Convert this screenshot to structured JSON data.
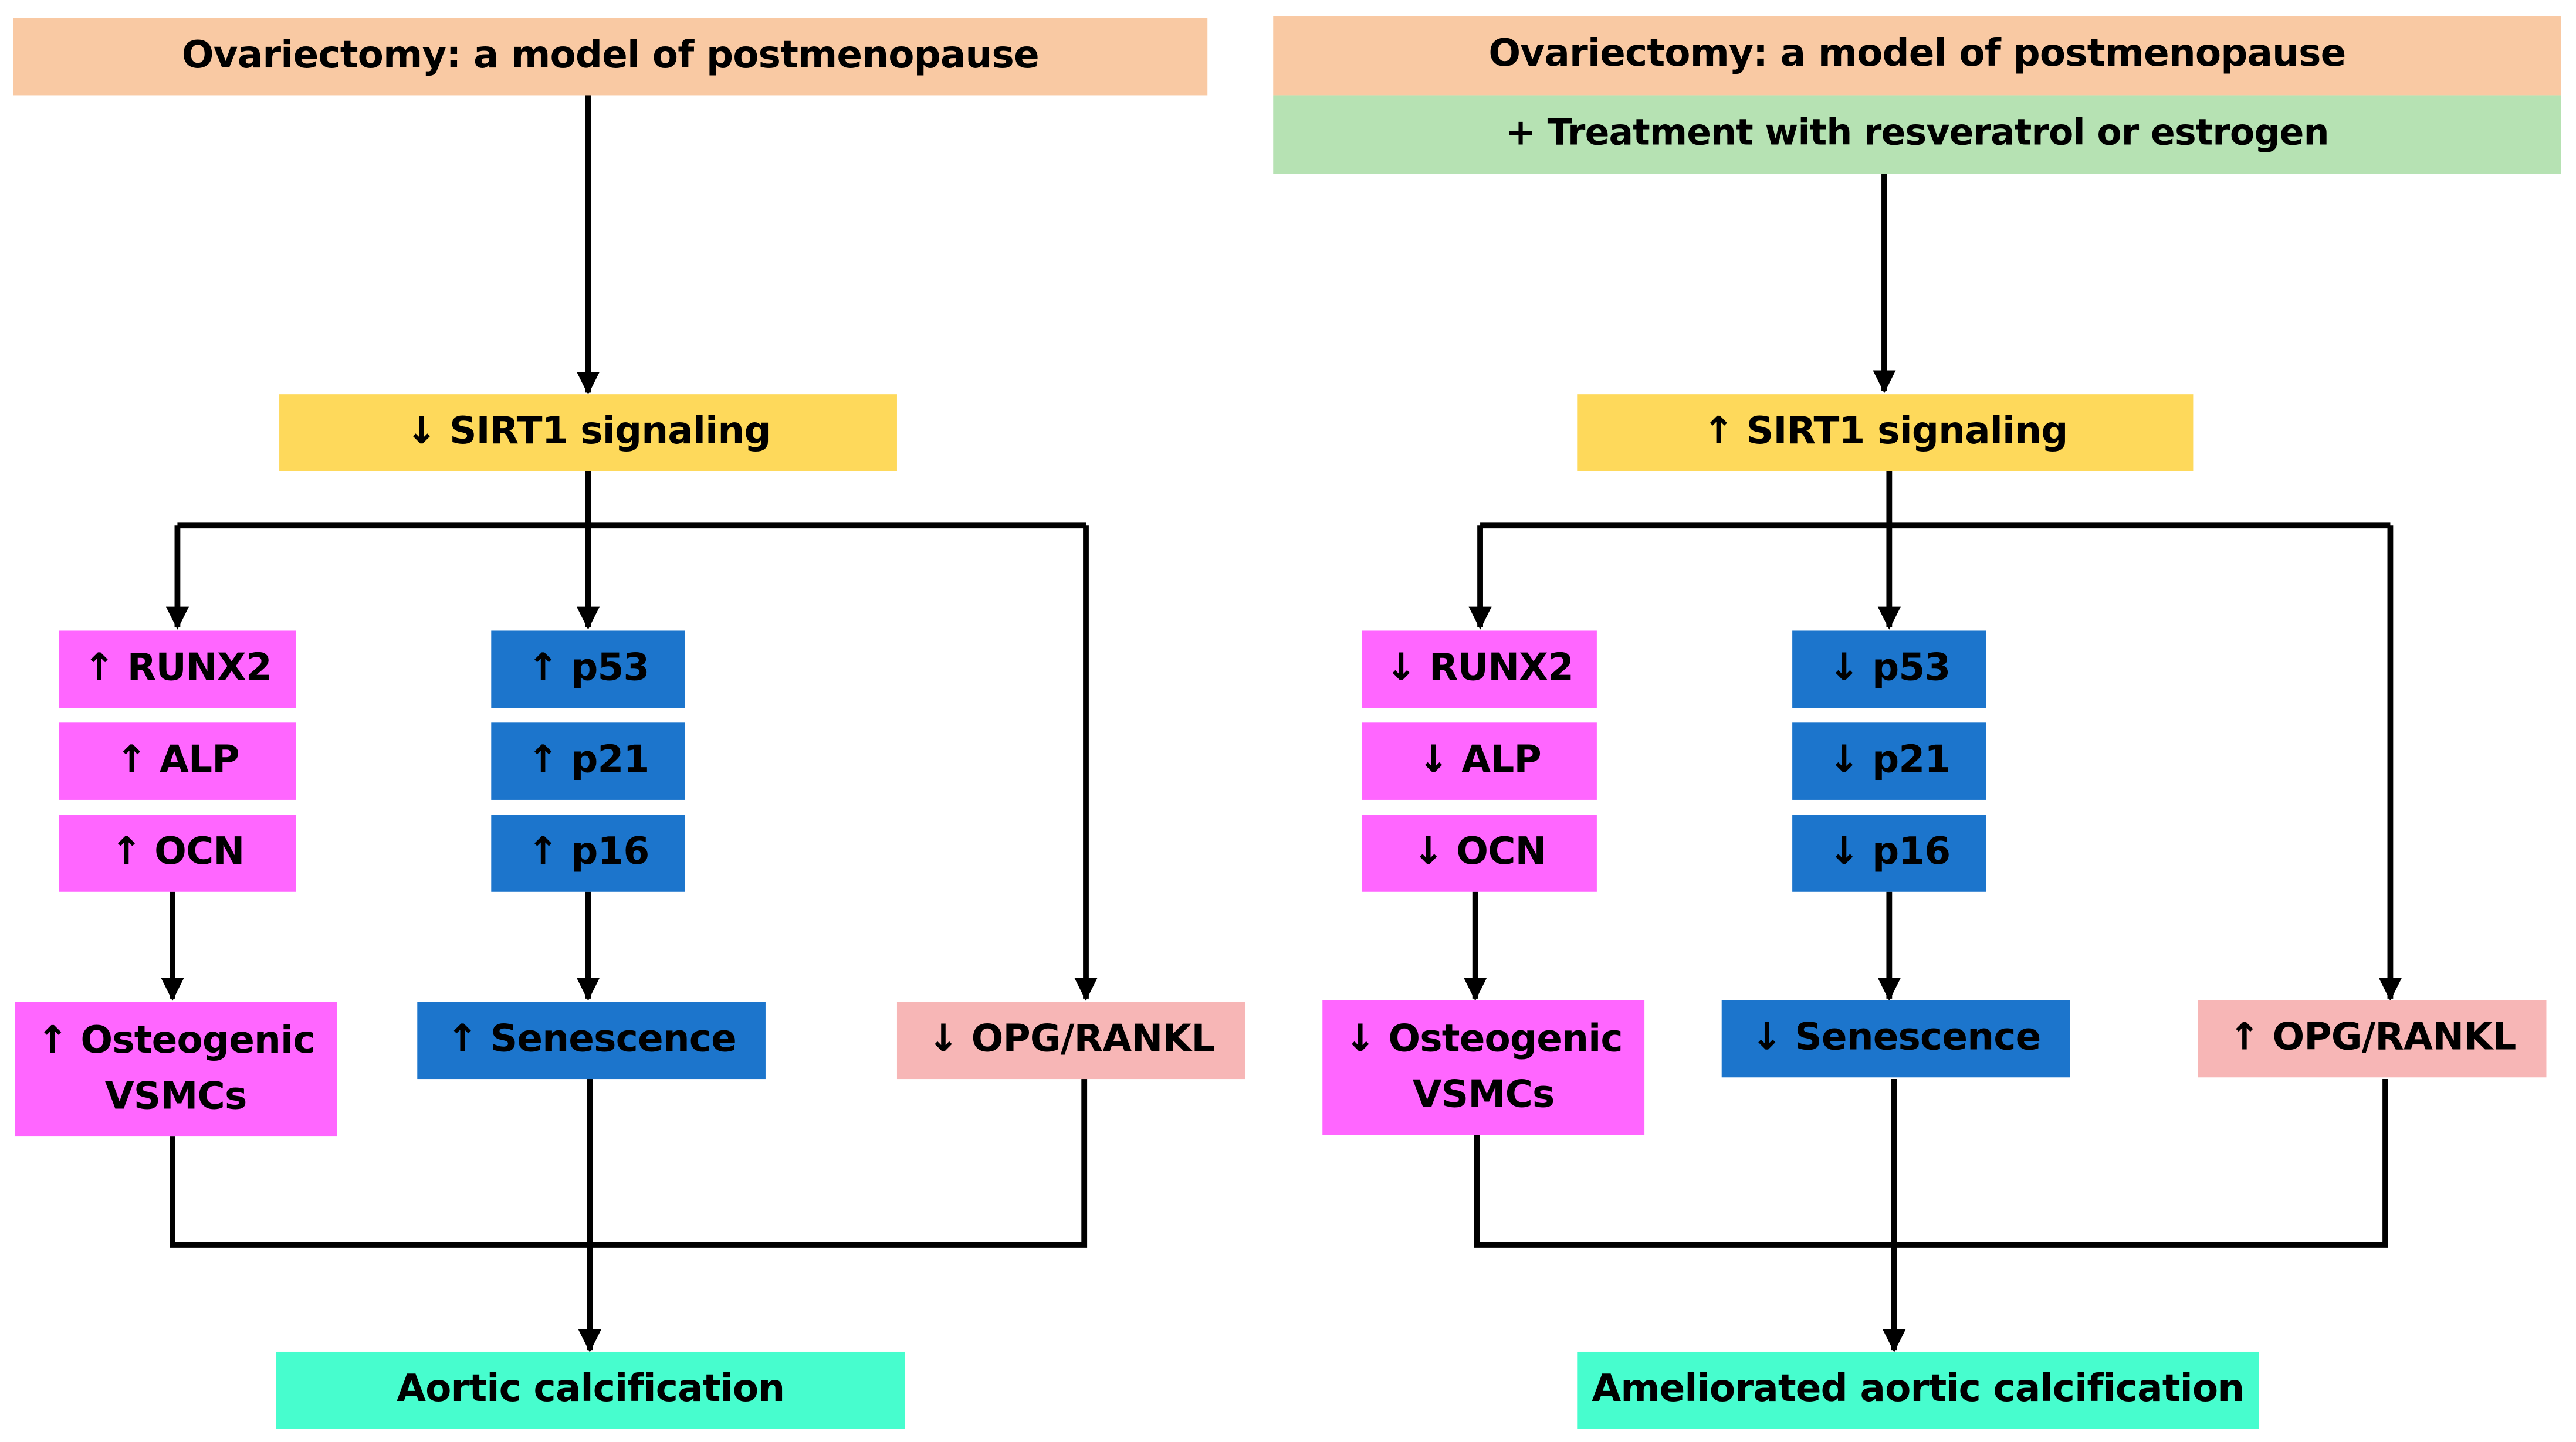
{
  "colors": {
    "header": "#F9C9A3",
    "treatment": "#B6E2B3",
    "sirt1": "#FED95B",
    "osteo": "#FF66FF",
    "senescence": "#1C75CC",
    "opg": "#F7B6B6",
    "outcome": "#47FDCE",
    "line": "#000000"
  },
  "left": {
    "header": "Ovariectomy: a model of postmenopause",
    "sirt1": "↓ SIRT1 signaling",
    "osteo_markers": [
      "↑ RUNX2",
      "↑ ALP",
      "↑ OCN"
    ],
    "senescence_markers": [
      "↑ p53",
      "↑ p21",
      "↑ p16"
    ],
    "osteogenic": "↑ Osteogenic\nVSMCs",
    "senescence": "↑ Senescence",
    "opg_rankl": "↓ OPG/RANKL",
    "outcome": "Aortic calcification"
  },
  "right": {
    "header": "Ovariectomy: a model of postmenopause",
    "treatment": "+ Treatment with resveratrol or estrogen",
    "sirt1": "↑ SIRT1 signaling",
    "osteo_markers": [
      "↓ RUNX2",
      "↓ ALP",
      "↓ OCN"
    ],
    "senescence_markers": [
      "↓ p53",
      "↓ p21",
      "↓ p16"
    ],
    "osteogenic": "↓ Osteogenic\nVSMCs",
    "senescence": "↓ Senescence",
    "opg_rankl": "↑ OPG/RANKL",
    "outcome": "Ameliorated aortic calcification"
  }
}
